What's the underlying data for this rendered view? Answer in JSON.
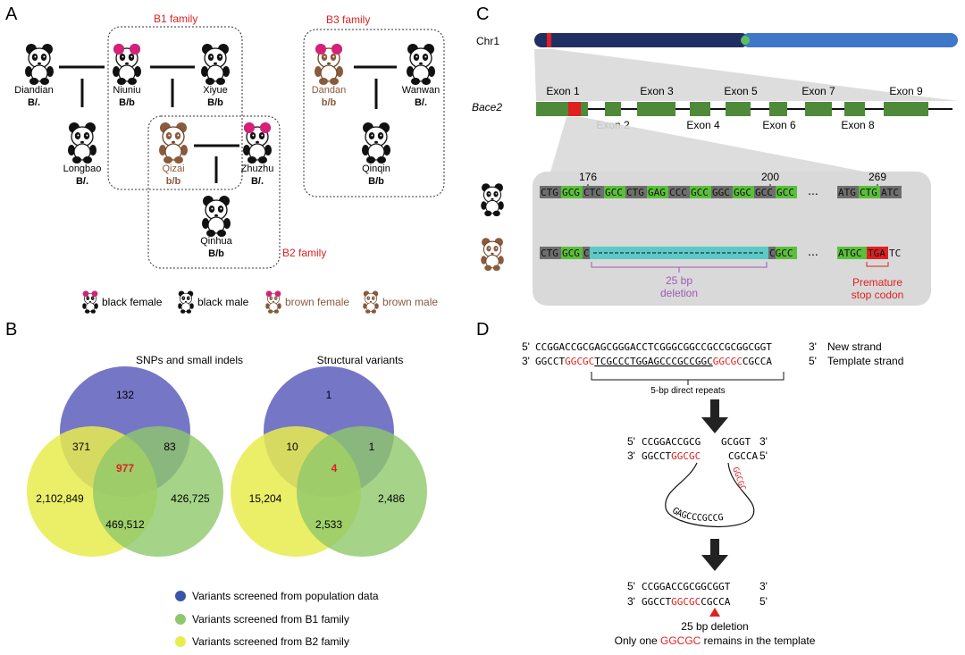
{
  "panels": {
    "a": "A",
    "b": "B",
    "c": "C",
    "d": "D"
  },
  "families": {
    "b1": "B1 family",
    "b2": "B2 family",
    "b3": "B3 family"
  },
  "pandas": [
    {
      "name": "Diandian",
      "genotype": "B/.",
      "coat": "black",
      "sex": "male"
    },
    {
      "name": "Niuniu",
      "genotype": "B/b",
      "coat": "black",
      "sex": "female"
    },
    {
      "name": "Xiyue",
      "genotype": "B/b",
      "coat": "black",
      "sex": "male"
    },
    {
      "name": "Dandan",
      "genotype": "b/b",
      "coat": "brown",
      "sex": "female"
    },
    {
      "name": "Wanwan",
      "genotype": "B/.",
      "coat": "black",
      "sex": "male"
    },
    {
      "name": "Longbao",
      "genotype": "B/.",
      "coat": "black",
      "sex": "male"
    },
    {
      "name": "Qizai",
      "genotype": "b/b",
      "coat": "brown",
      "sex": "male"
    },
    {
      "name": "Zhuzhu",
      "genotype": "B/.",
      "coat": "black",
      "sex": "female"
    },
    {
      "name": "Qinqin",
      "genotype": "B/b",
      "coat": "black",
      "sex": "male"
    },
    {
      "name": "Qinhua",
      "genotype": "B/b",
      "coat": "black",
      "sex": "male"
    }
  ],
  "legend_a": [
    "black female",
    "black male",
    "brown female",
    "brown male"
  ],
  "venn": {
    "snp": {
      "title": "SNPs and small indels",
      "pop": "132",
      "pop_b2": "371",
      "pop_b1": "83",
      "all": "977",
      "b2": "2,102,849",
      "b1_b2": "469,512",
      "b1": "426,725"
    },
    "sv": {
      "title": "Structural variants",
      "pop": "1",
      "pop_b2": "10",
      "pop_b1": "1",
      "all": "4",
      "b2": "15,204",
      "b1_b2": "2,533",
      "b1": "2,486"
    },
    "legend": [
      "Variants screened from population data",
      "Variants screened from B1 family",
      "Variants screened from B2 family"
    ],
    "colors": {
      "pop": "#6f6fc4",
      "b1": "#8ec86a",
      "b2": "#e8ec4e"
    }
  },
  "gene": {
    "chr": "Chr1",
    "name": "Bace2",
    "exons_top": [
      "Exon 1",
      "Exon 3",
      "Exon 5",
      "Exon 7",
      "Exon 9"
    ],
    "exons_bottom": [
      "Exon 2",
      "Exon 4",
      "Exon 6",
      "Exon 8"
    ],
    "positions": [
      "176",
      "200",
      "269"
    ],
    "ref_seq": [
      "CTG",
      "GCG",
      "CTC",
      "GCC",
      "CTG",
      "GAG",
      "CCC",
      "GCC",
      "GGC",
      "GGC",
      "GCC",
      "GCC"
    ],
    "ref_tail": [
      "ATG",
      "CTG",
      "ATC"
    ],
    "mut_head": [
      "CTG",
      "GCG",
      "C"
    ],
    "mut_mid": "CGCC",
    "mut_tail_a": "ATGC",
    "mut_tail_b": "TGA",
    "mut_tail_c": "TC",
    "ellipsis": "...",
    "deletion_label": [
      "25 bp",
      "deletion"
    ],
    "stop_label": [
      "Premature",
      "stop codon"
    ]
  },
  "repair": {
    "new_strand": {
      "p5": "5'",
      "seq": "CCGGACCGCGAGCGGGACCTCGGGCGGCCGCCGCGGCGGT",
      "p3": "3'",
      "label": "New strand"
    },
    "template_strand": {
      "p3": "3'",
      "pre": "GGCCT",
      "rep1": "GGCGC",
      "mid": "TCGCCCTGGAGCCCGCCGGC",
      "rep2": "GGCGC",
      "post": "CGCCA",
      "p5": "5'",
      "label": "Template strand"
    },
    "repeats_label": "5-bp direct repeats",
    "step2_top": {
      "p5": "5'",
      "a": "CCGGACCGCG",
      "b": "GCGGT",
      "p3": "3'"
    },
    "step2_bot": {
      "p3": "3'",
      "a": "GGCCT",
      "r": "GGCGC",
      "b": "CGCCA",
      "p5": "5'"
    },
    "loop_text": "GAGCCCGCCG",
    "step3_top": {
      "p5": "5'",
      "seq": "CCGGACCGCGGCGGT",
      "p3": "3'"
    },
    "step3_bot": {
      "p3": "3'",
      "a": "GGCCT",
      "r": "GGCGC",
      "b": "CGCCA",
      "p5": "5'"
    },
    "caption1": "25 bp deletion",
    "caption2_a": "Only one ",
    "caption2_r": "GGCGC",
    "caption2_b": " remains in the template"
  }
}
